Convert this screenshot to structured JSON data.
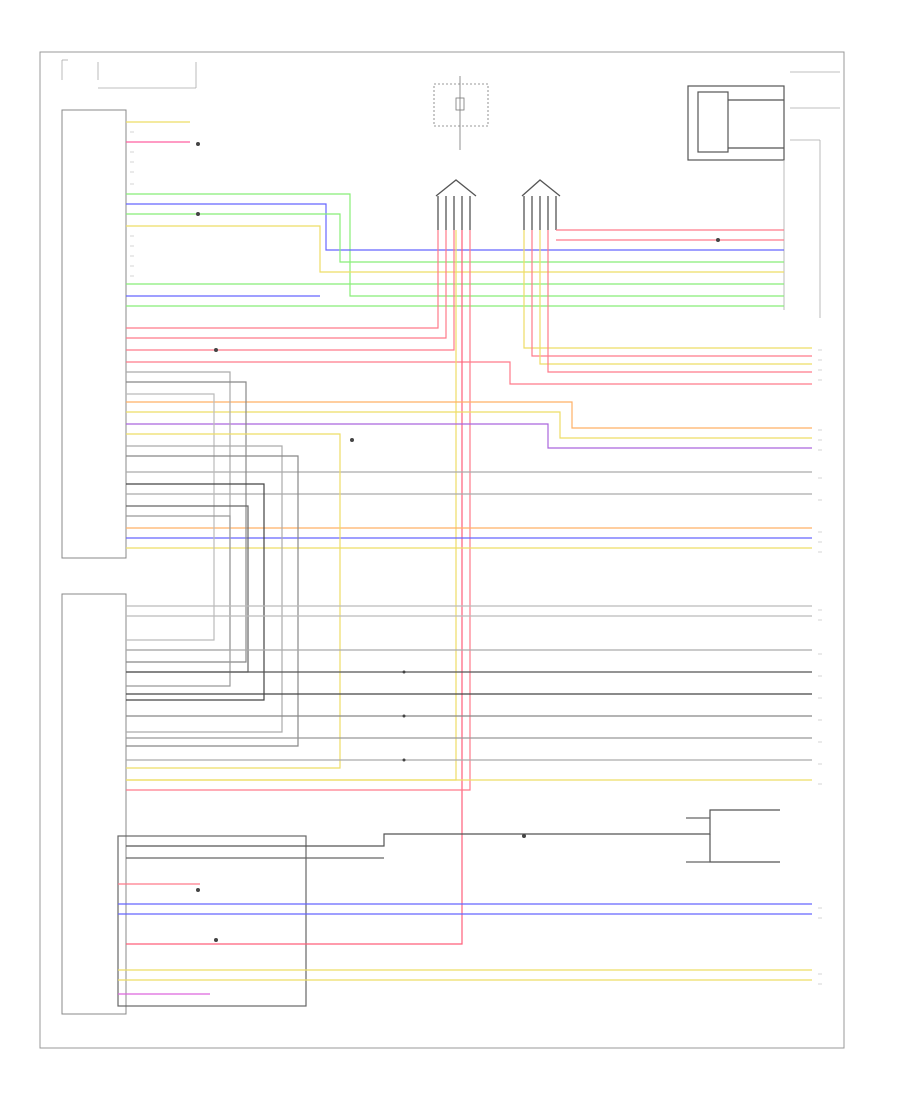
{
  "diagram": {
    "colors": {
      "red": "#ff7a8a",
      "pink": "#ff5fa0",
      "yellow": "#eedd66",
      "green": "#88ee77",
      "blue": "#6666ff",
      "violet": "#aa66dd",
      "orange": "#ffb066",
      "gray": "#9a9a9a",
      "dark": "#444444",
      "black": "#222222",
      "frame": "#999999"
    },
    "blocks": [
      {
        "id": "upper-module",
        "name": "upper-module-box"
      },
      {
        "id": "lower-module",
        "name": "lower-module-box"
      },
      {
        "id": "lower-subbox",
        "name": "lower-subbox"
      },
      {
        "id": "right-relay",
        "name": "right-relay-box"
      },
      {
        "id": "top-fuse",
        "name": "top-fuse-symbol"
      }
    ]
  }
}
